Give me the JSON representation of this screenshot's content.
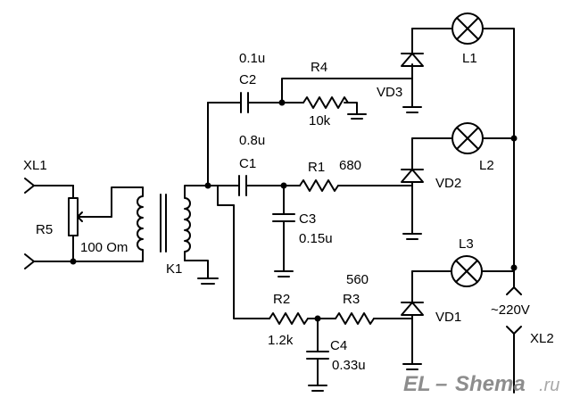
{
  "labels": {
    "xl1": "XL1",
    "xl2": "XL2",
    "r5": "R5",
    "r5_value": "100 Om",
    "k1": "K1",
    "c2_value": "0.1u",
    "c2": "C2",
    "r4": "R4",
    "r4_value": "10k",
    "vd3": "VD3",
    "l1": "L1",
    "c1_value": "0.8u",
    "c1": "C1",
    "r1": "R1",
    "r1_value": "680",
    "vd2": "VD2",
    "l2": "L2",
    "c3": "C3",
    "c3_value": "0.15u",
    "r3_value": "560",
    "l3": "L3",
    "r2": "R2",
    "r3": "R3",
    "vd1": "VD1",
    "mains": "~220V",
    "r2_value": "1.2k",
    "c4": "C4",
    "c4_value": "0.33u"
  },
  "watermark": {
    "brand_left": "EL",
    "brand_dash": "–",
    "brand_right": "Shema",
    "brand_tld": ".ru"
  },
  "colors": {
    "ink": "#000000",
    "watermark": "#7a7a7a"
  }
}
